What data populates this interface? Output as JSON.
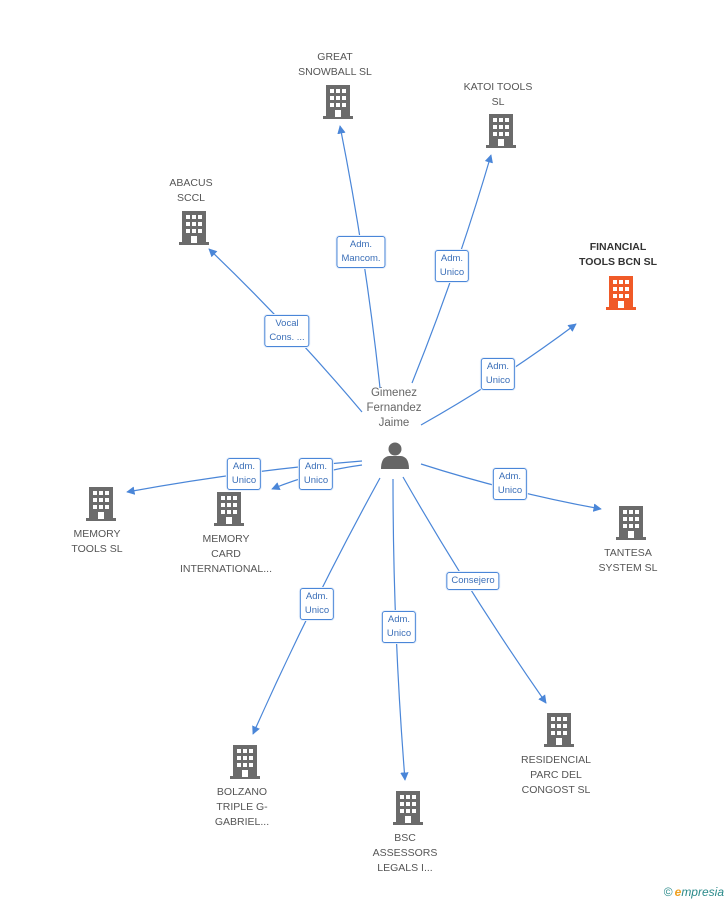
{
  "center": {
    "label": "Gimenez\nFernandez\nJaime"
  },
  "nodes": [
    {
      "id": "great",
      "label": "GREAT\nSNOWBALL  SL",
      "highlight": false
    },
    {
      "id": "katoi",
      "label": "KATOI TOOLS\nSL",
      "highlight": false
    },
    {
      "id": "abacus",
      "label": "ABACUS\nSCCL",
      "highlight": false
    },
    {
      "id": "financial",
      "label": "FINANCIAL\nTOOLS BCN SL",
      "highlight": true
    },
    {
      "id": "memorytools",
      "label": "MEMORY\nTOOLS  SL",
      "highlight": false
    },
    {
      "id": "memorycard",
      "label": "MEMORY\nCARD\nINTERNATIONAL...",
      "highlight": false
    },
    {
      "id": "tantesa",
      "label": "TANTESA\nSYSTEM SL",
      "highlight": false
    },
    {
      "id": "bolzano",
      "label": "BOLZANO\nTRIPLE G-\nGABRIEL...",
      "highlight": false
    },
    {
      "id": "bsc",
      "label": "BSC\nASSESSORS\nLEGALS I...",
      "highlight": false
    },
    {
      "id": "residencial",
      "label": "RESIDENCIAL\nPARC DEL\nCONGOST SL",
      "highlight": false
    }
  ],
  "edges": [
    {
      "to": "great",
      "label": "Adm.\nMancom."
    },
    {
      "to": "katoi",
      "label": "Adm.\nUnico"
    },
    {
      "to": "abacus",
      "label": "Vocal\nCons. ..."
    },
    {
      "to": "financial",
      "label": "Adm.\nUnico"
    },
    {
      "to": "memorytools",
      "label": "Adm.\nUnico"
    },
    {
      "to": "memorycard",
      "label": "Adm.\nUnico"
    },
    {
      "to": "tantesa",
      "label": "Adm.\nUnico"
    },
    {
      "to": "bolzano",
      "label": "Adm.\nUnico"
    },
    {
      "to": "bsc",
      "label": "Adm.\nUnico"
    },
    {
      "to": "residencial",
      "label": "Consejero"
    }
  ],
  "colors": {
    "edge": "#4a86d8",
    "building": "#6b6b6b",
    "highlight": "#f05a28",
    "person": "#666666"
  },
  "icons": {
    "company": "building-icon",
    "person": "person-icon"
  },
  "watermark": {
    "copyright": "©",
    "brand_first": "e",
    "brand_rest": "mpresia"
  }
}
